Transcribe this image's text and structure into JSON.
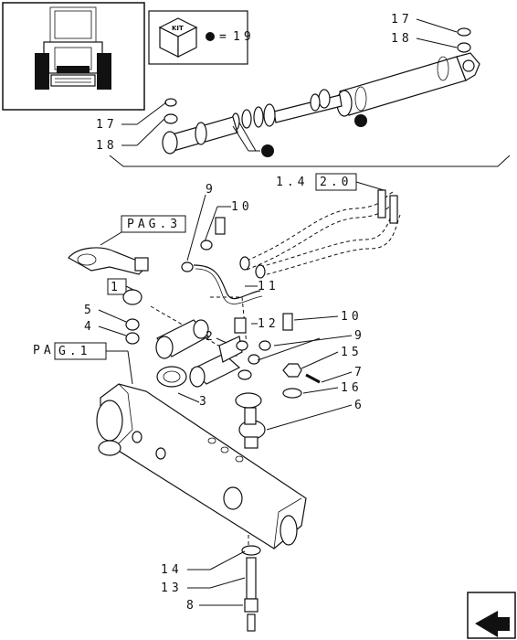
{
  "kit": {
    "label": "KIT",
    "equals": "=",
    "number": "19"
  },
  "ref_boxes": {
    "pag3": "PAG.3",
    "pag1": "PAG.1",
    "ref_1420": "1.42.0",
    "ref_1": "1"
  },
  "callouts": {
    "c17_top": "17",
    "c18_top": "18",
    "c17_left": "17",
    "c18_left": "18",
    "c9_top": "9",
    "c10_top": "10",
    "c11": "11",
    "c12": "12",
    "c10_right": "10",
    "c9_right": "9",
    "c15": "15",
    "c7": "7",
    "c16": "16",
    "c6": "6",
    "c2": "2",
    "c3": "3",
    "c5": "5",
    "c4": "4",
    "c14": "14",
    "c13": "13",
    "c8": "8"
  }
}
